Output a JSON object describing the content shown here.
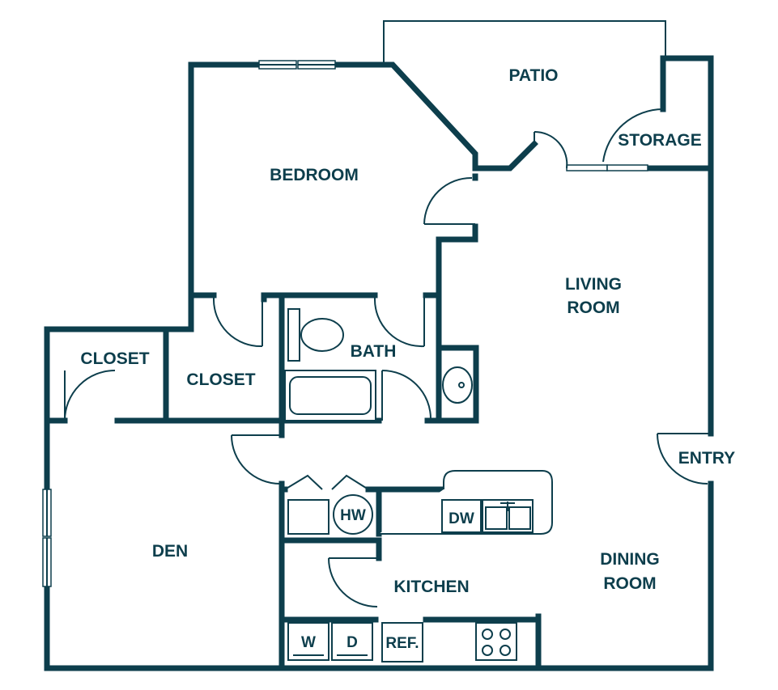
{
  "rooms": {
    "patio": "PATIO",
    "storage": "STORAGE",
    "bedroom": "BEDROOM",
    "living_line1": "LIVING",
    "living_line2": "ROOM",
    "bath": "BATH",
    "closet_left": "CLOSET",
    "closet_mid": "CLOSET",
    "entry": "ENTRY",
    "den": "DEN",
    "kitchen": "KITCHEN",
    "dining_line1": "DINING",
    "dining_line2": "ROOM"
  },
  "fixtures": {
    "hw": "HW",
    "dw": "DW",
    "washer": "W",
    "dryer": "D",
    "ref": "REF."
  },
  "colors": {
    "wall": "#0d3e4c",
    "background": "#ffffff"
  }
}
